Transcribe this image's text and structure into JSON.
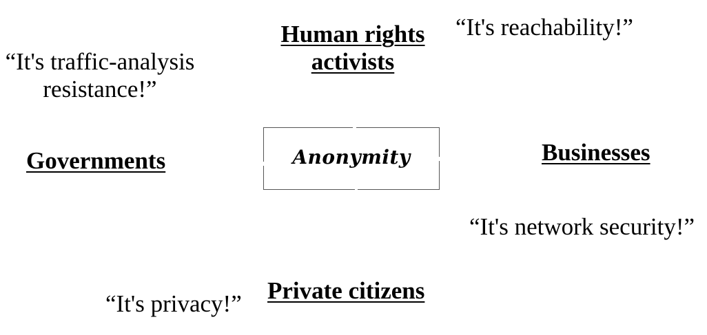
{
  "center": {
    "label": "Anonymity"
  },
  "actors": {
    "human_rights": [
      "Human rights",
      "activists"
    ],
    "governments": "Governments",
    "businesses": "Businesses",
    "private_citizens": "Private citizens"
  },
  "quotes": {
    "traffic_analysis": [
      "“It's traffic-analysis",
      "resistance!”"
    ],
    "reachability": "“It's reachability!”",
    "network_security": "“It's network security!”",
    "privacy": "“It's privacy!”"
  },
  "colors": {
    "text": "#000000",
    "box_border": "#555555",
    "background": "#ffffff"
  }
}
